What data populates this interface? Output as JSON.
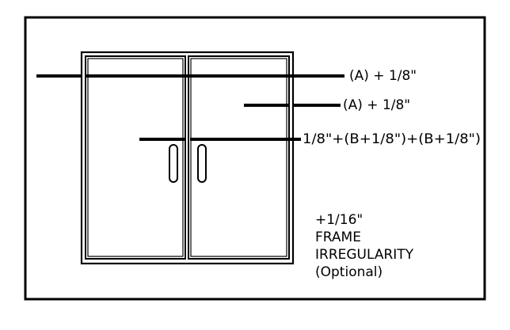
{
  "diagram": {
    "labels": {
      "top_clearance": "(A) + 1/8\"",
      "right_clearance": "(A) + 1/8\"",
      "center_gap": "1/8\"+(B+1/8\")+(B+1/8\")",
      "irregularity_line1": "+1/16\"",
      "irregularity_line2": "FRAME",
      "irregularity_line3": "IRREGULARITY",
      "irregularity_line4": "(Optional)"
    },
    "colors": {
      "stroke": "#000000",
      "background": "#ffffff"
    }
  }
}
